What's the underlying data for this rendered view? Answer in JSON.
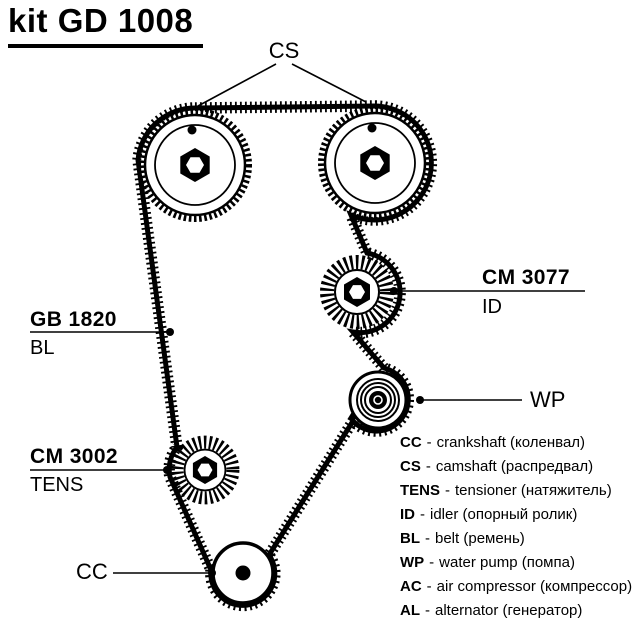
{
  "title": {
    "prefix": "kit",
    "code": "GD 1008"
  },
  "callouts": {
    "camshaft": "CS",
    "crankshaft": "CC",
    "water_pump": "WP",
    "belt": {
      "part": "GB 1820",
      "abbr": "BL"
    },
    "tensioner": {
      "part": "CM 3002",
      "abbr": "TENS"
    },
    "idler": {
      "part": "CM 3077",
      "abbr": "ID"
    }
  },
  "legend": {
    "sep": "-",
    "items": [
      {
        "abbr": "CC",
        "desc": "crankshaft (коленвал)"
      },
      {
        "abbr": "CS",
        "desc": "camshaft (распредвал)"
      },
      {
        "abbr": "TENS",
        "desc": "tensioner (натяжитель)"
      },
      {
        "abbr": "ID",
        "desc": "idler (опорный ролик)"
      },
      {
        "abbr": "BL",
        "desc": "belt (ремень)"
      },
      {
        "abbr": "WP",
        "desc": "water pump (помпа)"
      },
      {
        "abbr": "AC",
        "desc": "air compressor (компрессор)"
      },
      {
        "abbr": "AL",
        "desc": "alternator (генератор)"
      }
    ]
  },
  "colors": {
    "ink": "#000000",
    "background": "#ffffff"
  }
}
